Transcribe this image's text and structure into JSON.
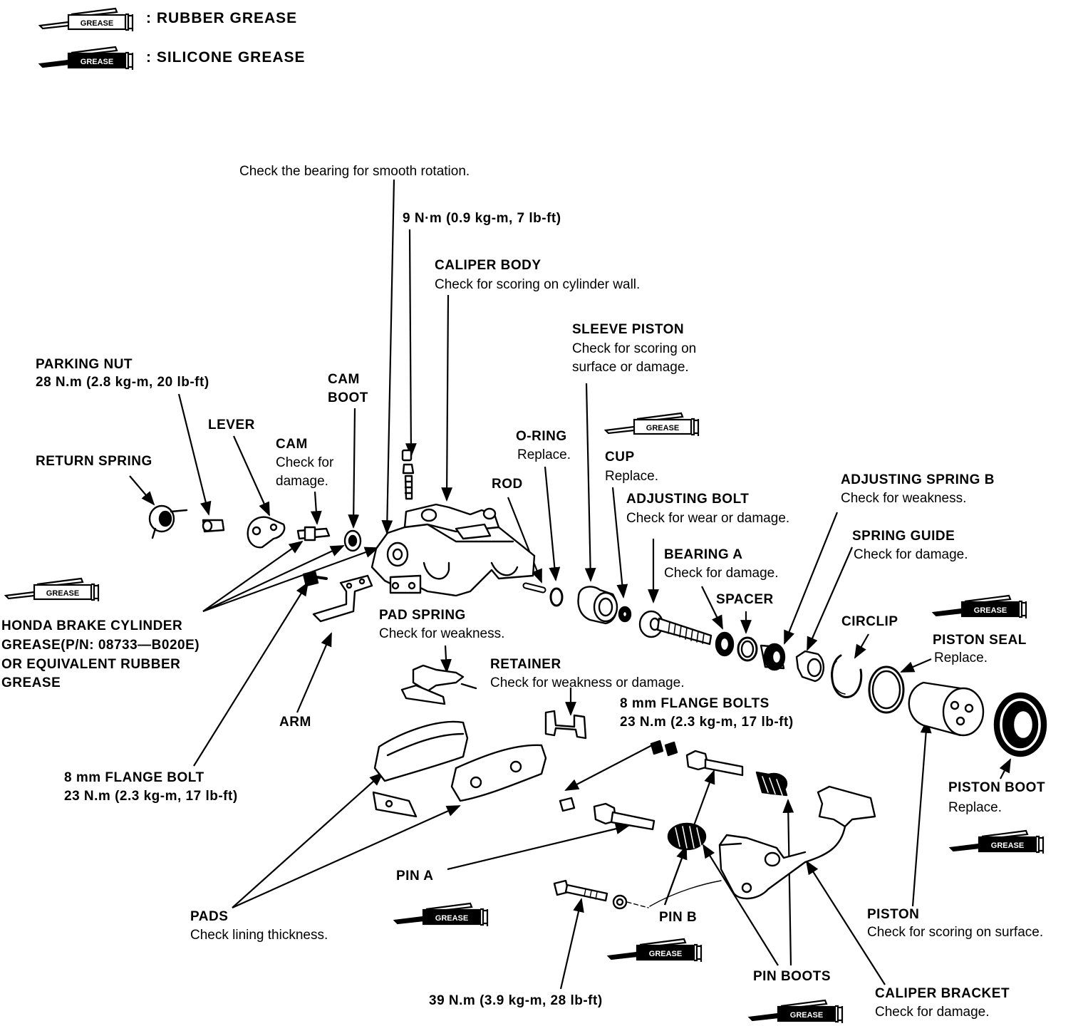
{
  "colors": {
    "ink": "#000000",
    "paper": "#ffffff"
  },
  "legend": {
    "rubber_icon_word": "GREASE",
    "rubber_text": ": RUBBER GREASE",
    "silicone_icon_word": "GREASE",
    "silicone_text": ": SILICONE GREASE",
    "icons": [
      "rubber-grease-gun-icon",
      "silicone-grease-gun-icon"
    ]
  },
  "grease_marks": {
    "cup": "GREASE",
    "honda": "GREASE",
    "piston_seal": "GREASE",
    "piston_boot": "GREASE",
    "pin_a": "GREASE",
    "pin_b": "GREASE",
    "pin_boots": "GREASE"
  },
  "labels": {
    "bearing_note": "Check the bearing for smooth rotation.",
    "torque_9": "9 N·m (0.9 kg-m, 7 lb-ft)",
    "caliper_body": {
      "title": "CALIPER BODY",
      "note": "Check for scoring on cylinder wall."
    },
    "sleeve_piston": {
      "title": "SLEEVE PISTON",
      "note1": "Check for scoring on",
      "note2": "surface or damage."
    },
    "parking_nut": {
      "title": "PARKING NUT",
      "torque": "28 N.m (2.8 kg-m, 20 lb-ft)"
    },
    "cam_boot": {
      "line1": "CAM",
      "line2": "BOOT"
    },
    "lever": "LEVER",
    "cam": {
      "title": "CAM",
      "note1": "Check for",
      "note2": "damage."
    },
    "return_spring": "RETURN SPRING",
    "o_ring": {
      "title": "O-RING",
      "note": "Replace."
    },
    "cup": {
      "title": "CUP",
      "note": "Replace."
    },
    "rod": "ROD",
    "adjusting_bolt": {
      "title": "ADJUSTING BOLT",
      "note": "Check for wear or damage."
    },
    "adjusting_spring_b": {
      "title": "ADJUSTING SPRING B",
      "note": "Check for weakness."
    },
    "spring_guide": {
      "title": "SPRING GUIDE",
      "note": "Check for damage."
    },
    "bearing_a": {
      "title": "BEARING A",
      "note": "Check for damage."
    },
    "spacer": "SPACER",
    "circlip": "CIRCLIP",
    "piston_seal": {
      "title": "PISTON SEAL",
      "note": "Replace."
    },
    "honda_grease": {
      "line1": "HONDA BRAKE CYLINDER",
      "line2": "GREASE(P/N: 08733—B020E)",
      "line3": "OR EQUIVALENT RUBBER",
      "line4": "GREASE"
    },
    "pad_spring": {
      "title": "PAD SPRING",
      "note": "Check for weakness."
    },
    "retainer": {
      "title": "RETAINER",
      "note": "Check for weakness or damage."
    },
    "flange_bolts_8mm": {
      "title": "8 mm FLANGE BOLTS",
      "torque": "23 N.m (2.3 kg-m, 17 lb-ft)"
    },
    "arm": "ARM",
    "flange_bolt_8mm": {
      "title": "8 mm FLANGE BOLT",
      "torque": "23 N.m (2.3 kg-m, 17 lb-ft)"
    },
    "piston_boot": {
      "title": "PISTON BOOT",
      "note": "Replace."
    },
    "pin_a": "PIN A",
    "pads": {
      "title": "PADS",
      "note": "Check lining thickness."
    },
    "pin_b": "PIN B",
    "piston": {
      "title": "PISTON",
      "note": "Check for scoring on surface."
    },
    "pin_boots": "PIN BOOTS",
    "caliper_bracket": {
      "title": "CALIPER BRACKET",
      "note": "Check for damage."
    },
    "torque_39": "39 N.m (3.9 kg-m, 28 lb-ft)"
  }
}
